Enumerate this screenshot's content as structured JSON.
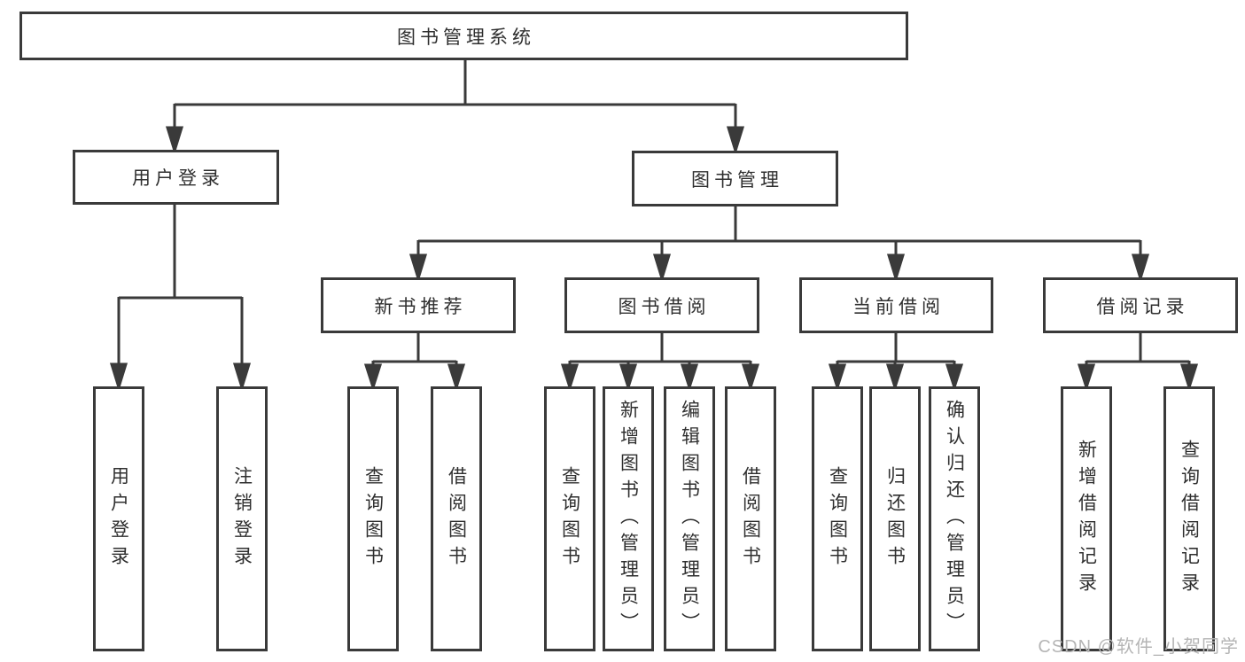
{
  "diagram": {
    "type": "hierarchy-tree",
    "title": "图书管理系统",
    "line_color": "#3a3a3a",
    "text_color": "#2f2f2f",
    "background_color": "#ffffff",
    "root": {
      "label": "图书管理系统",
      "children": [
        {
          "label": "用户登录",
          "children": [
            {
              "label": "用户登录"
            },
            {
              "label": "注销登录"
            }
          ]
        },
        {
          "label": "图书管理",
          "children": [
            {
              "label": "新书推荐",
              "children": [
                {
                  "label": "查询图书"
                },
                {
                  "label": "借阅图书"
                }
              ]
            },
            {
              "label": "图书借阅",
              "children": [
                {
                  "label": "查询图书"
                },
                {
                  "label": "新增图书（管理员）"
                },
                {
                  "label": "编辑图书（管理员）"
                },
                {
                  "label": "借阅图书"
                }
              ]
            },
            {
              "label": "当前借阅",
              "children": [
                {
                  "label": "查询图书"
                },
                {
                  "label": "归还图书"
                },
                {
                  "label": "确认归还（管理员）"
                }
              ]
            },
            {
              "label": "借阅记录",
              "children": [
                {
                  "label": "新增借阅记录"
                },
                {
                  "label": "查询借阅记录"
                }
              ]
            }
          ]
        }
      ]
    }
  },
  "watermark": {
    "text": "CSDN @软件_小贺同学",
    "color": "#b5b5b5"
  }
}
